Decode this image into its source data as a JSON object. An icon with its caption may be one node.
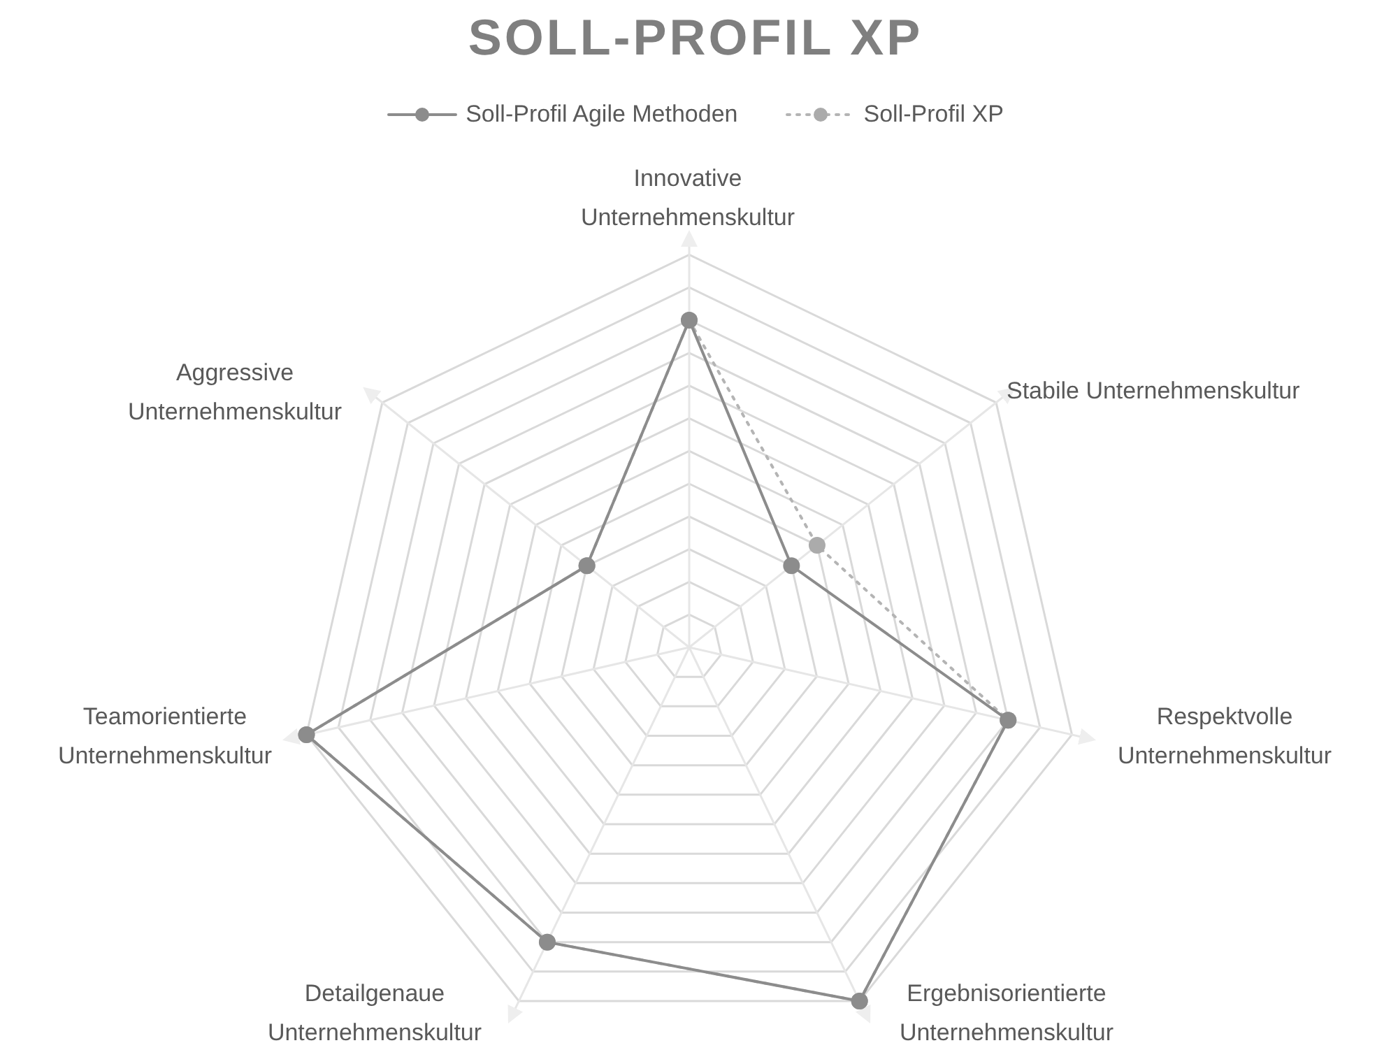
{
  "diagram": {
    "title": "SOLL-PROFIL XP",
    "labels": [
      "Innovative Unternehmenskultur",
      "Stabile Unternehmenskultur",
      "Respektvolle Unternehmenskultur",
      "Ergebnisorientierte Unternehmenskultur",
      "Detailgenaue Unternehmenskultur",
      "Teamorientierte Unternehmenskultur",
      "Aggressive Unternehmenskultur"
    ],
    "legend": [
      {
        "text": "Soll-Profil Agile Methoden"
      },
      {
        "text": "Soll-Profil XP"
      }
    ]
  }
}
